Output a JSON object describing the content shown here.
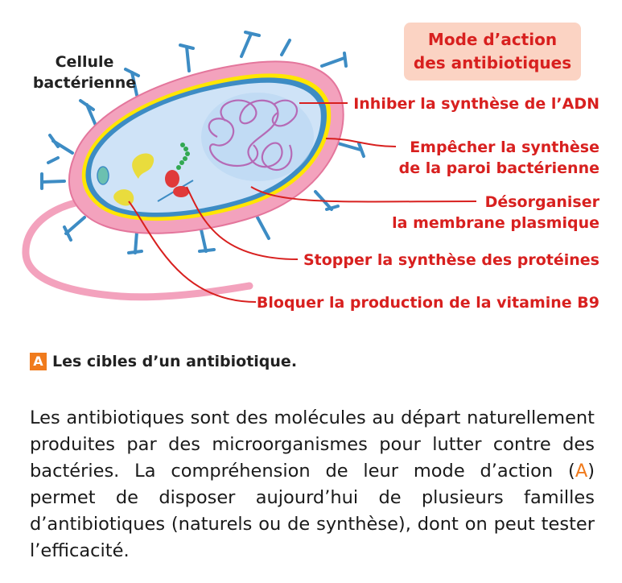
{
  "diagram": {
    "box_title_line1": "Mode d’action",
    "box_title_line2": "des antibiotiques",
    "cell_label_line1": "Cellule",
    "cell_label_line2": "bactérienne",
    "callouts": {
      "adn": "Inhiber la synthèse de l’ADN",
      "paroi_line1": "Empêcher la synthèse",
      "paroi_line2": "de la paroi bactérienne",
      "membrane_line1": "Désorganiser",
      "membrane_line2": "la membrane plasmique",
      "proteines": "Stopper la synthèse des protéines",
      "vitamine": "Bloquer la production de la vitamine B9"
    },
    "colors": {
      "accent_red": "#d8201f",
      "badge_orange": "#f07b1d",
      "wall_pink": "#f3a2bd",
      "cytoplasm_blue": "#cfe3f7",
      "dna_purple": "#b56ab6",
      "flagella_blue": "#3d8cc4",
      "vitamin_yellow": "#e9dc3d"
    }
  },
  "caption": {
    "badge": "A",
    "text": "Les cibles d’un antibiotique."
  },
  "paragraph": {
    "part1": "Les antibiotiques sont des molécules au départ naturellement produites par des microorganismes pour lutter contre des bactéries. La compréhension de leur mode d’action (",
    "ref": "A",
    "part2": ") permet de disposer aujourd’hui de plusieurs familles d’antibiotiques (naturels ou de synthèse), dont on peut tester l’efficacité."
  }
}
